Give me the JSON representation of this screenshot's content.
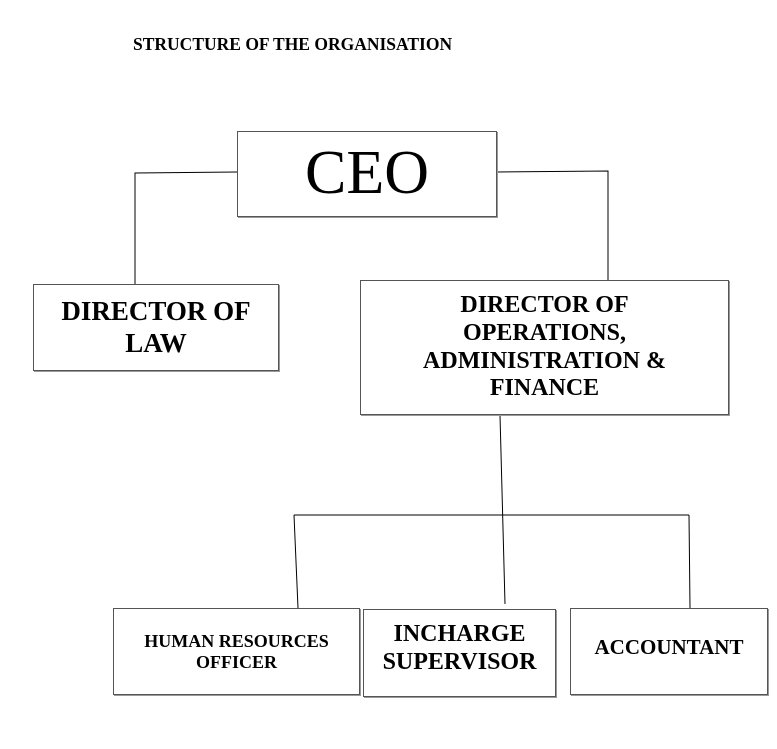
{
  "title": "STRUCTURE OF THE ORGANISATION",
  "nodes": {
    "ceo": "CEO",
    "director_law": "DIRECTOR OF LAW",
    "director_ops": "DIRECTOR OF OPERATIONS, ADMINISTRATION & FINANCE",
    "hr_officer": "HUMAN RESOURCES OFFICER",
    "incharge_supervisor": "INCHARGE SUPERVISOR",
    "accountant": "ACCOUNTANT"
  }
}
